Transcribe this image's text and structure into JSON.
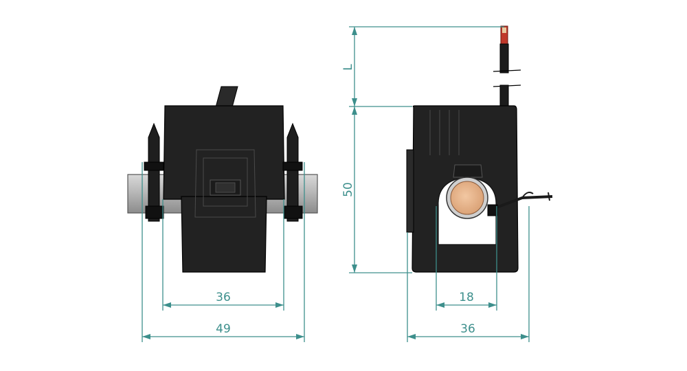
{
  "dimensions": {
    "front_inner_width": "36",
    "front_outer_width": "49",
    "side_height": "50",
    "cable_length": "L",
    "aperture_diameter": "18",
    "side_width": "36"
  },
  "colors": {
    "dimension": "#3d8f8c",
    "body": "#222222",
    "pipe": "#b5b5b5",
    "core": "#e6b48e",
    "wire_red": "#c0392b"
  }
}
